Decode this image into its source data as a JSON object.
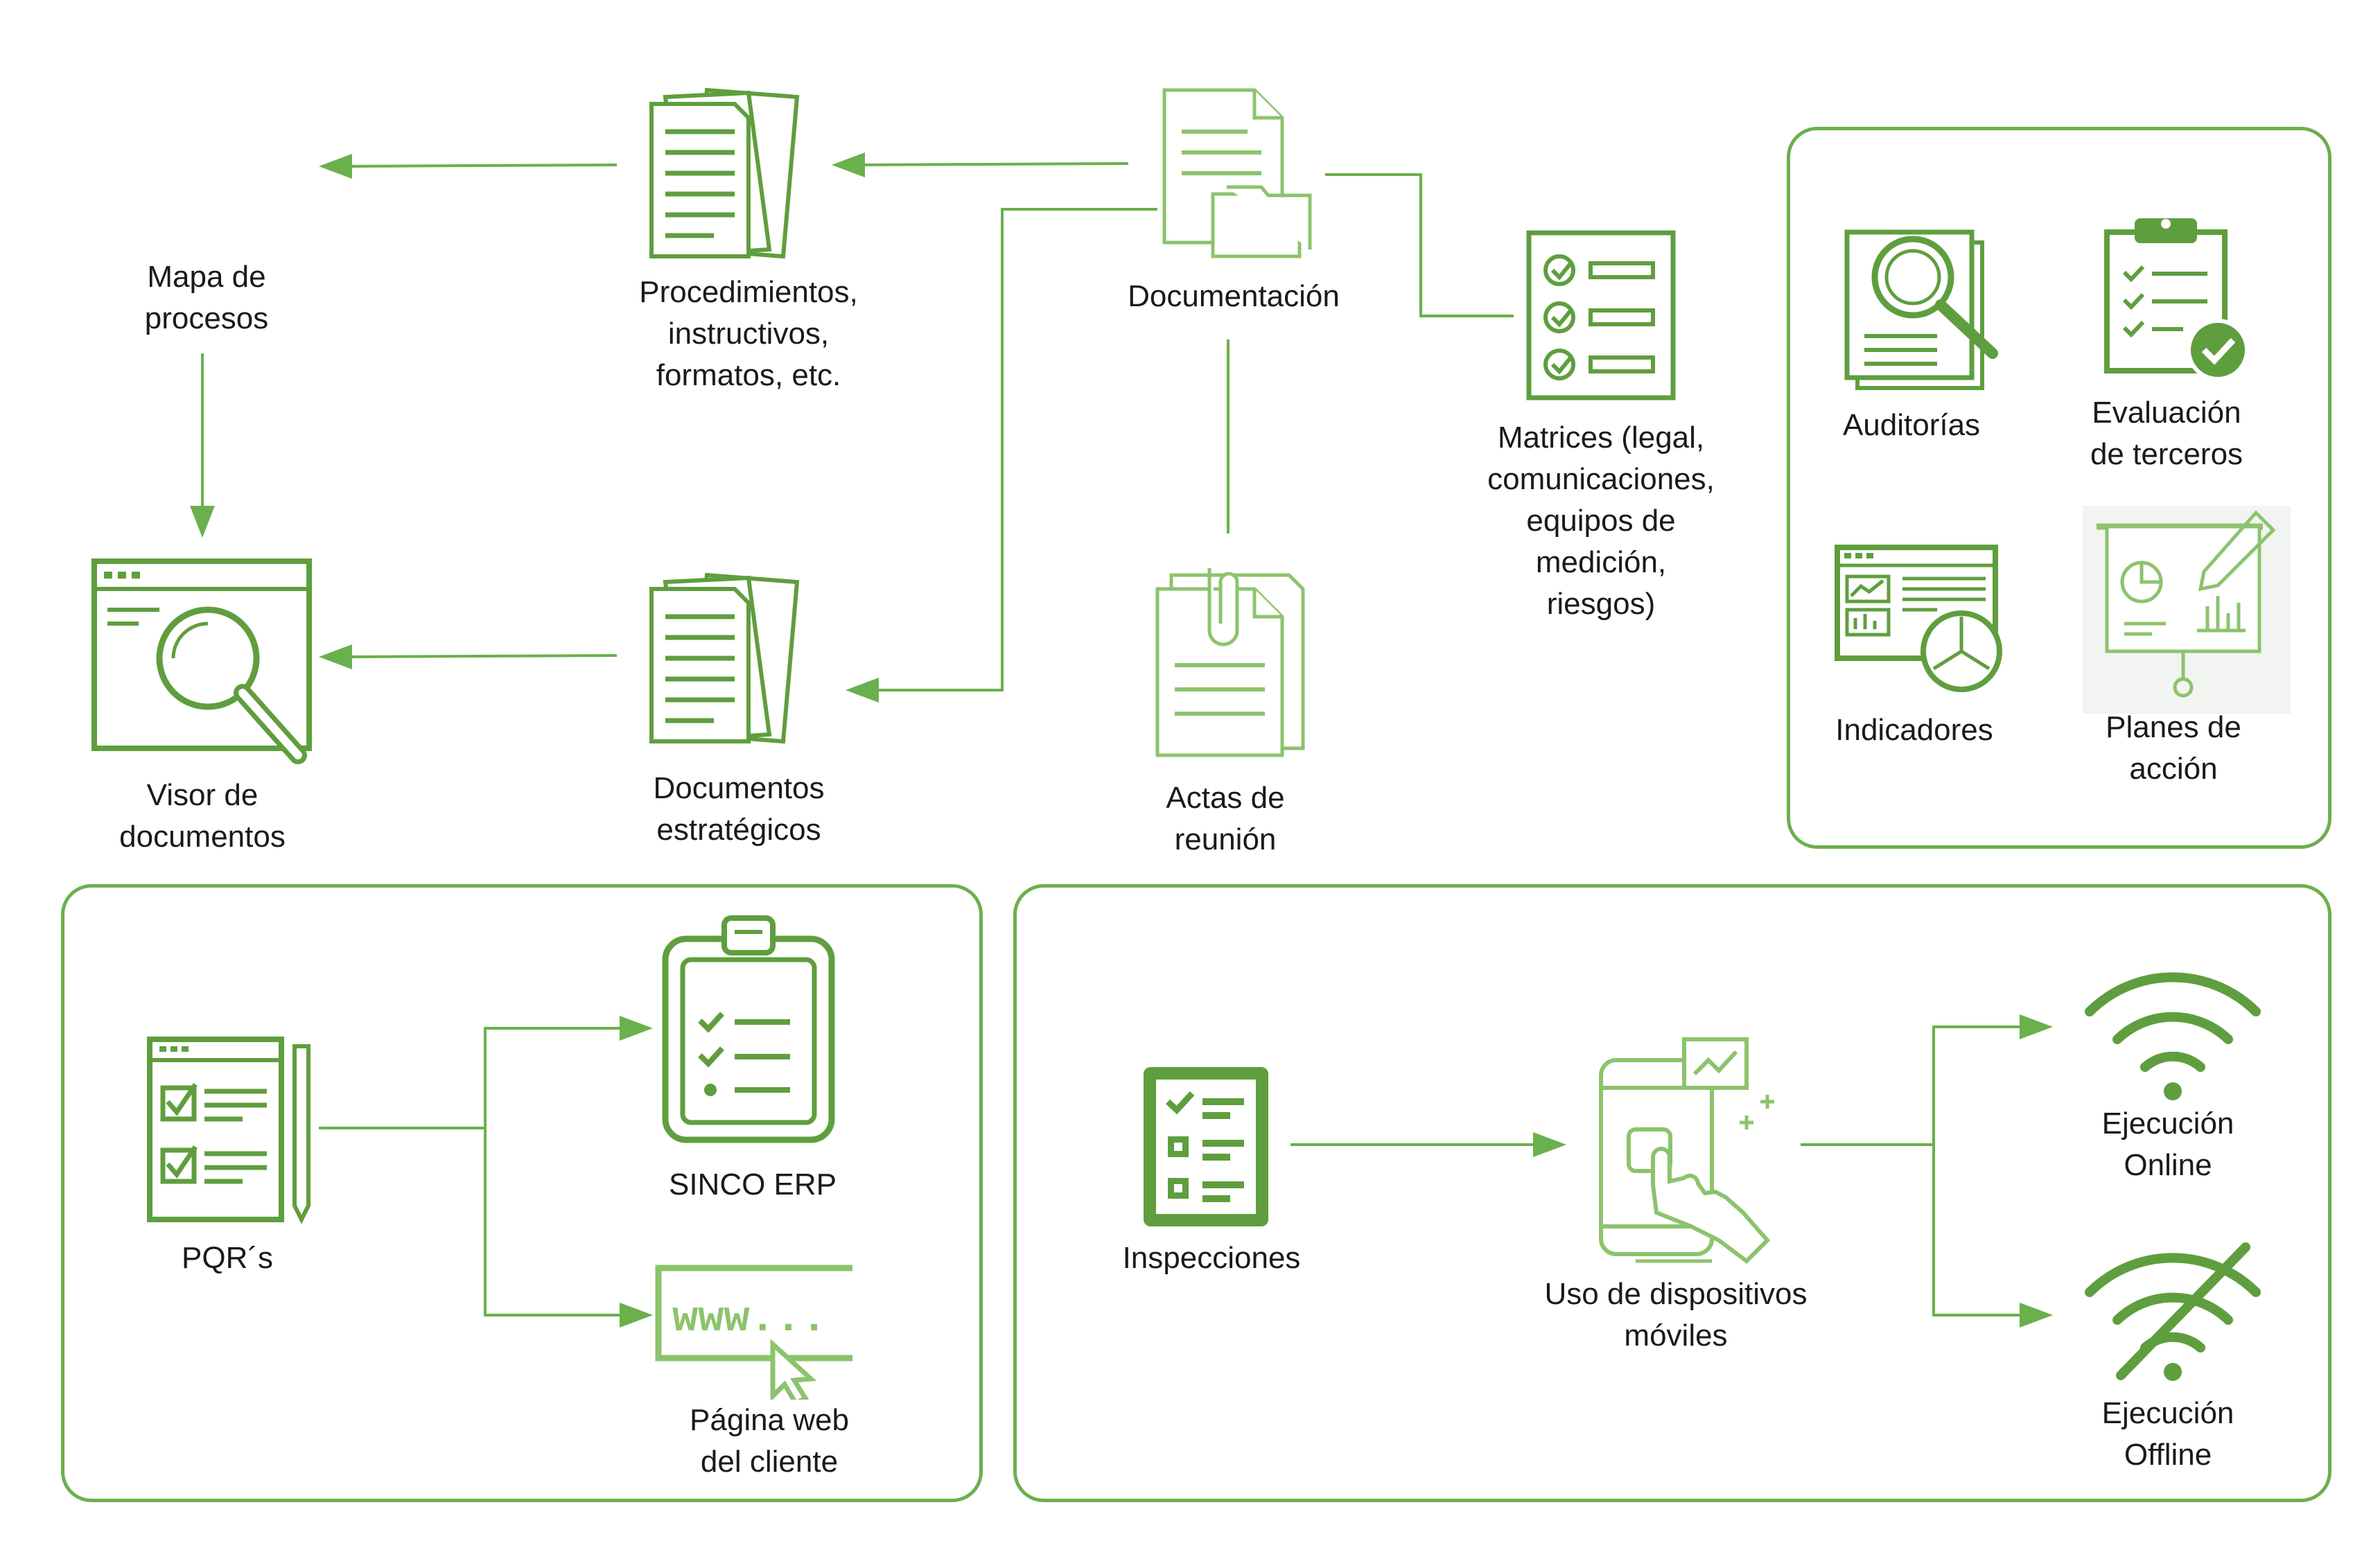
{
  "colors": {
    "stroke": "#5f9e3e",
    "arrow": "#6ab04c",
    "fill": "#5f9e3e",
    "light": "#8cc36c"
  },
  "labels": {
    "mapa": "Mapa de\nprocesos",
    "procedimientos": "Procedimientos,\ninstructivos,\nformatos, etc.",
    "documentacion": "Documentación",
    "matrices": "Matrices (legal,\ncomunicaciones,\nequipos de\nmedición,\nriesgos)",
    "visor": "Visor de\ndocumentos",
    "estrategicos": "Documentos\nestratégicos",
    "actas": "Actas de\nreunión",
    "auditorias": "Auditorías",
    "evaluacion": "Evaluación\nde terceros",
    "indicadores": "Indicadores",
    "planes": "Planes de\nacción",
    "pqrs": "PQR´s",
    "sinco": "SINCO ERP",
    "pagina": "Página web\ndel cliente",
    "inspecciones": "Inspecciones",
    "dispositivos": "Uso de dispositivos\nmóviles",
    "online": "Ejecución\nOnline",
    "offline": "Ejecución\nOffline",
    "www": "www..."
  },
  "icons": [
    "document-stack-icon",
    "file-folder-icon",
    "checklist-matrix-icon",
    "search-window-icon",
    "clipped-document-icon",
    "audit-magnifier-icon",
    "clipboard-check-icon",
    "dashboard-icon",
    "presentation-chart-icon",
    "form-pencil-icon",
    "clipboard-list-icon",
    "web-address-icon",
    "inspection-list-icon",
    "mobile-touch-icon",
    "wifi-icon",
    "wifi-off-icon"
  ]
}
